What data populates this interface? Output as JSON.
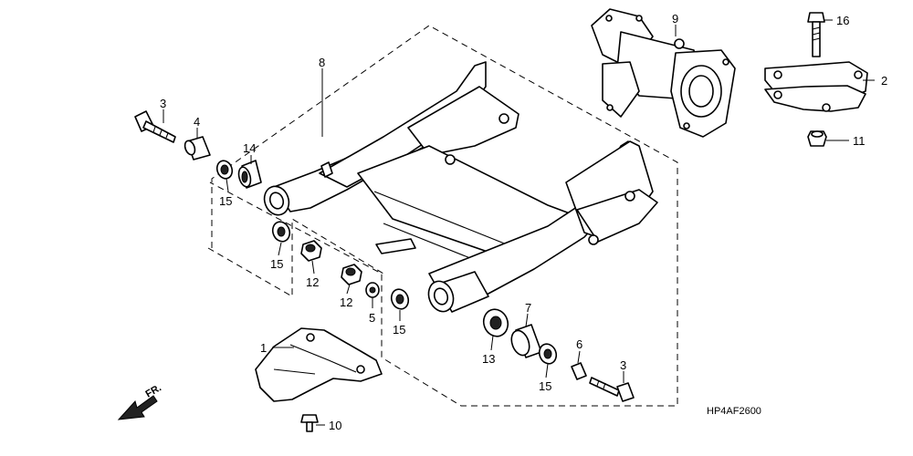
{
  "diagram": {
    "code": "HP4AF2600",
    "fr_label": "FR.",
    "labels": {
      "p1": "1",
      "p2": "2",
      "p3a": "3",
      "p3b": "3",
      "p4": "4",
      "p5": "5",
      "p6": "6",
      "p7": "7",
      "p8": "8",
      "p9": "9",
      "p10": "10",
      "p11": "11",
      "p12a": "12",
      "p12b": "12",
      "p13": "13",
      "p14": "14",
      "p15a": "15",
      "p15b": "15",
      "p15c": "15",
      "p15d": "15",
      "p16": "16"
    }
  }
}
